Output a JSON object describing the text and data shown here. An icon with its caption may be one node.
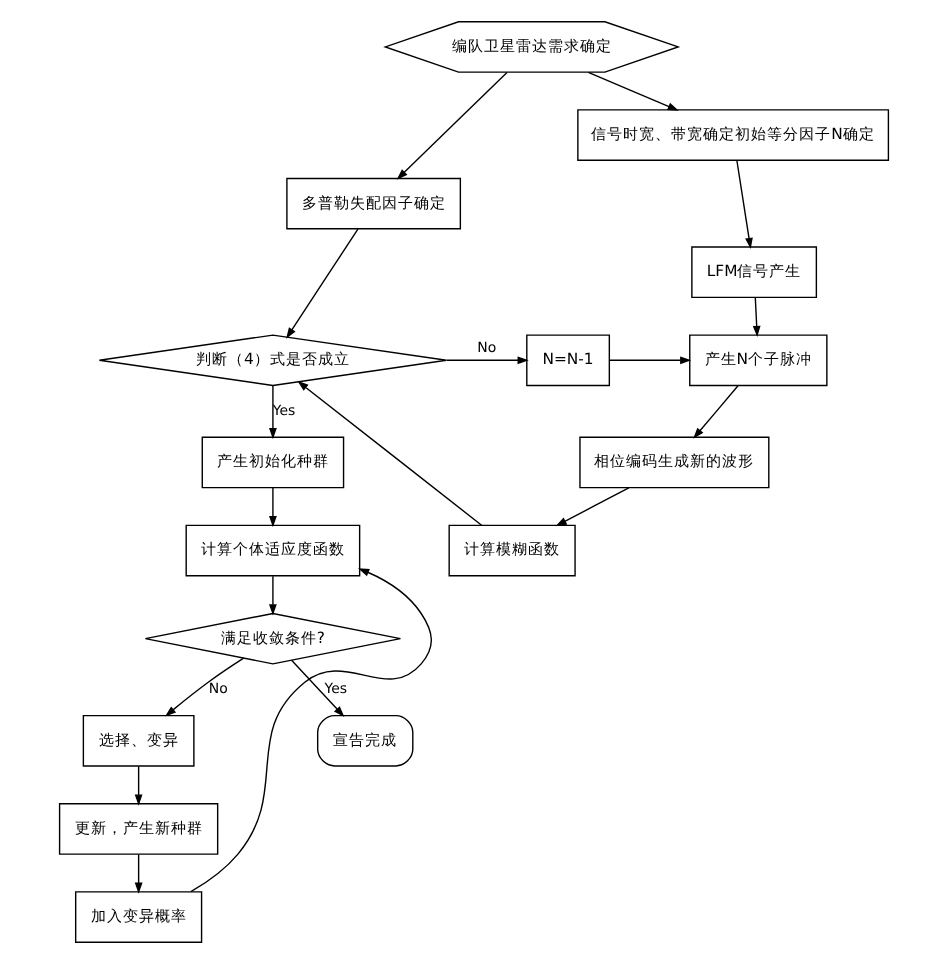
{
  "diagram": {
    "nodes": [
      {
        "text": [
          "编队卫星雷达需求确定"
        ]
      },
      {
        "text": [
          "信号时宽、带宽确定初始等分因子N确定"
        ]
      },
      {
        "text": [
          "LFM信号产生"
        ]
      },
      {
        "text": [
          "产生N个子脉冲"
        ]
      },
      {
        "text": [
          "相位编码生成新的波形"
        ]
      },
      {
        "text": [
          "计算模糊函数"
        ]
      },
      {
        "text": [
          "多普勒失配因子确定"
        ]
      },
      {
        "text": [
          "判断（4）式是否成立"
        ]
      },
      {
        "text": [
          "N=N-1"
        ]
      },
      {
        "text": [
          "产生初始化种群"
        ]
      },
      {
        "text": [
          "计算个体适应度函数"
        ]
      },
      {
        "text": [
          "满足收敛条件?"
        ]
      },
      {
        "text": [
          "选择、变异"
        ]
      },
      {
        "text": [
          "更新，产生新种群"
        ]
      },
      {
        "text": [
          "加入变异概率"
        ]
      },
      {
        "text": [
          "宣告完成"
        ]
      }
    ],
    "edges": [
      {
        "from": 0,
        "to": 1,
        "arrow": "to"
      },
      {
        "from": 0,
        "to": 6,
        "arrow": "to"
      },
      {
        "from": 1,
        "to": 2,
        "arrow": "to"
      },
      {
        "from": 2,
        "to": 3,
        "arrow": "to"
      },
      {
        "from": 3,
        "to": 4,
        "arrow": "to"
      },
      {
        "from": 4,
        "to": 5,
        "arrow": "to"
      },
      {
        "from": 5,
        "to": 7,
        "arrow": "to"
      },
      {
        "from": 6,
        "to": 7,
        "arrow": "to"
      },
      {
        "from": 7,
        "to": 8,
        "arrow": "to",
        "label": "No"
      },
      {
        "from": 8,
        "to": 3,
        "arrow": "to"
      },
      {
        "from": 7,
        "to": 9,
        "arrow": "to",
        "label": "Yes"
      },
      {
        "from": 9,
        "to": 10,
        "arrow": "to"
      },
      {
        "from": 10,
        "to": 11,
        "arrow": "to"
      },
      {
        "from": 11,
        "to": 15,
        "arrow": "to",
        "label": "Yes"
      },
      {
        "from": 11,
        "to": 12,
        "arrow": "to",
        "label": "No"
      },
      {
        "from": 12,
        "to": 13,
        "arrow": "to"
      },
      {
        "from": 13,
        "to": 14,
        "arrow": "to"
      },
      {
        "from": 14,
        "to": 10,
        "arrow": "to"
      }
    ]
  }
}
